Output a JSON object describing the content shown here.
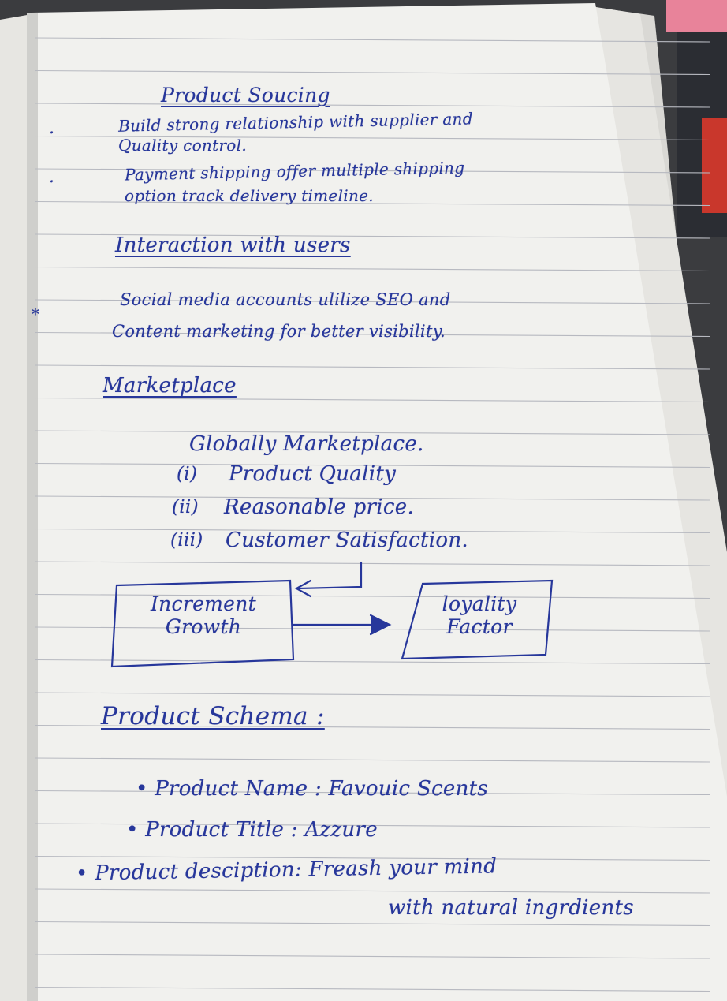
{
  "page": {
    "heading_sourcing": "Product Soucing",
    "sourcing_points": [
      {
        "bullet": ".",
        "lines": [
          "Build strong relationship with supplier and",
          "Quality control."
        ]
      },
      {
        "bullet": ".",
        "lines": [
          "Payment shipping offer multiple shipping",
          "option track delivery timeline."
        ]
      }
    ],
    "heading_interaction": "Interaction with users",
    "interaction_point": {
      "bullet": "*",
      "lines": [
        "Social media accounts ulilize SEO and",
        "Content marketing for better visibility."
      ]
    },
    "heading_marketplace": "Marketplace",
    "marketplace": {
      "title": "Globally Marketplace.",
      "items": [
        {
          "num": "i",
          "text": "Product Quality"
        },
        {
          "num": "ii",
          "text": "Reasonable price."
        },
        {
          "num": "iii",
          "text": "Customer Satisfaction."
        }
      ]
    },
    "flow": {
      "left_box": "Increment Growth",
      "right_box": "loyality Factor"
    },
    "heading_schema": "Product Schema :",
    "schema_fields": [
      {
        "label": "Product Name",
        "value": "Favouic Scents"
      },
      {
        "label": "Product Title",
        "value": "Azzure"
      },
      {
        "label": "Product desciption",
        "value": "Freash your mind",
        "value_cont": "with natural ingrdients"
      }
    ]
  },
  "colors": {
    "ink": "#27379b",
    "paper": "#f1f1ee",
    "rule": "#b7b9c0",
    "desk": "#3a3b3d"
  }
}
